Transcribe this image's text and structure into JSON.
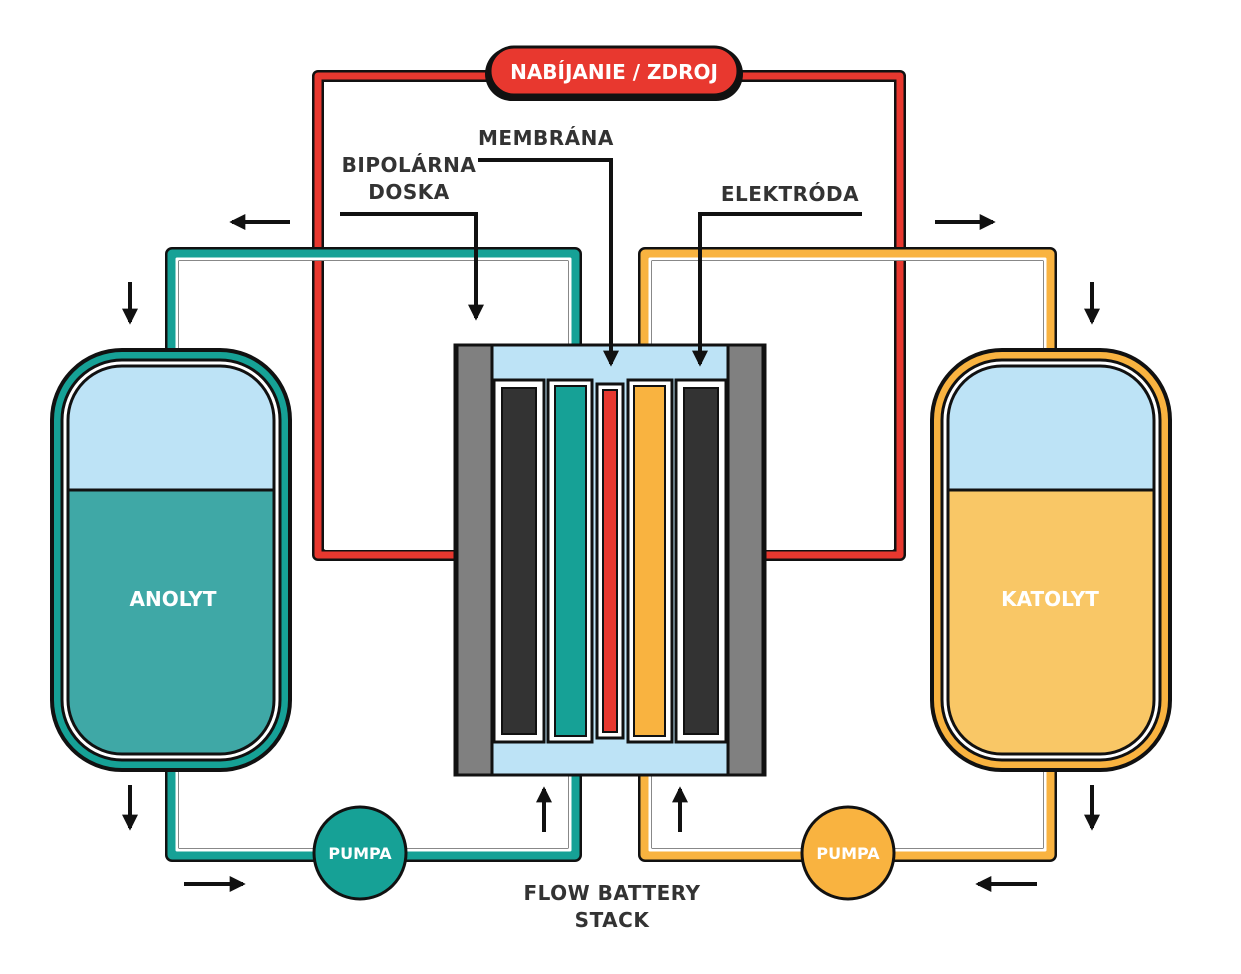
{
  "labels": {
    "power": "NABÍJANIE / ZDROJ",
    "membrane": "MEMBRÁNA",
    "bipolar_line1": "BIPOLÁRNA",
    "bipolar_line2": "DOSKA",
    "electrode": "ELEKTRÓDA",
    "anolyte": "ANOLYT",
    "catholyte": "KATOLYT",
    "pump_left": "PUMPA",
    "pump_right": "PUMPA",
    "stack_line1": "FLOW BATTERY",
    "stack_line2": "STACK"
  },
  "colors": {
    "teal": "#16A196",
    "teal_fill": "#3FA8A6",
    "orange": "#F9B340",
    "orange_fill": "#F9C766",
    "red": "#E8382F",
    "light_blue": "#BDE3F6",
    "gray": "#808080",
    "dark": "#333333",
    "outline": "#111111"
  },
  "icons": [
    "arrow-left-icon",
    "arrow-right-icon",
    "arrow-down-icon",
    "arrow-up-icon"
  ]
}
